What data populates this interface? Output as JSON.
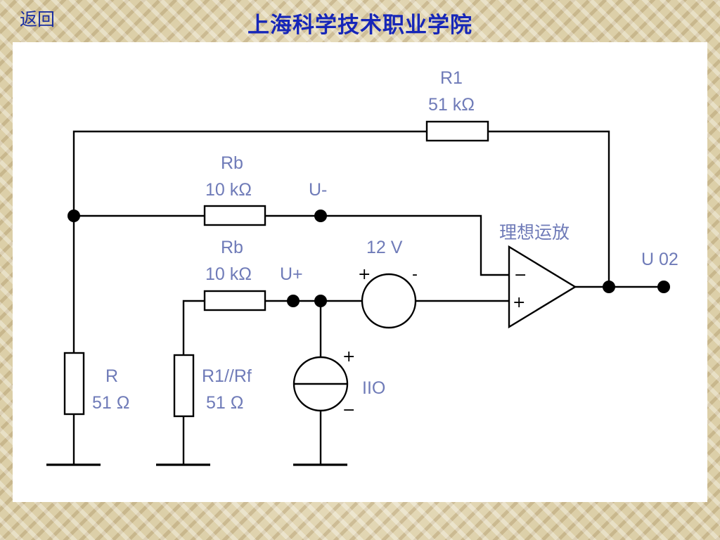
{
  "header": {
    "back_label": "返回",
    "title": "上海科学技术职业学院"
  },
  "diagram": {
    "r1_name": "R1",
    "r1_value": "51 kΩ",
    "rb_top_name": "Rb",
    "rb_top_value": "10 kΩ",
    "u_minus_label": "U-",
    "rb_bottom_name": "Rb",
    "rb_bottom_value": "10 kΩ",
    "u_plus_label": "U+",
    "voltage_source_label": "12 V",
    "opamp_label": "理想运放",
    "output_label": "U 02",
    "r_name": "R",
    "r_value": "51 Ω",
    "r1rf_name": "R1//Rf",
    "r1rf_value": "51 Ω",
    "current_source_label": "IIO",
    "opamp_minus": "−",
    "opamp_plus": "+",
    "vsource_plus": "+",
    "vsource_minus": "-",
    "isource_plus": "+",
    "isource_minus": "−"
  },
  "colors": {
    "title": "#1626b8",
    "back_link": "#1a2ea0",
    "labels": "#6f7bb8",
    "wires": "#000000"
  }
}
